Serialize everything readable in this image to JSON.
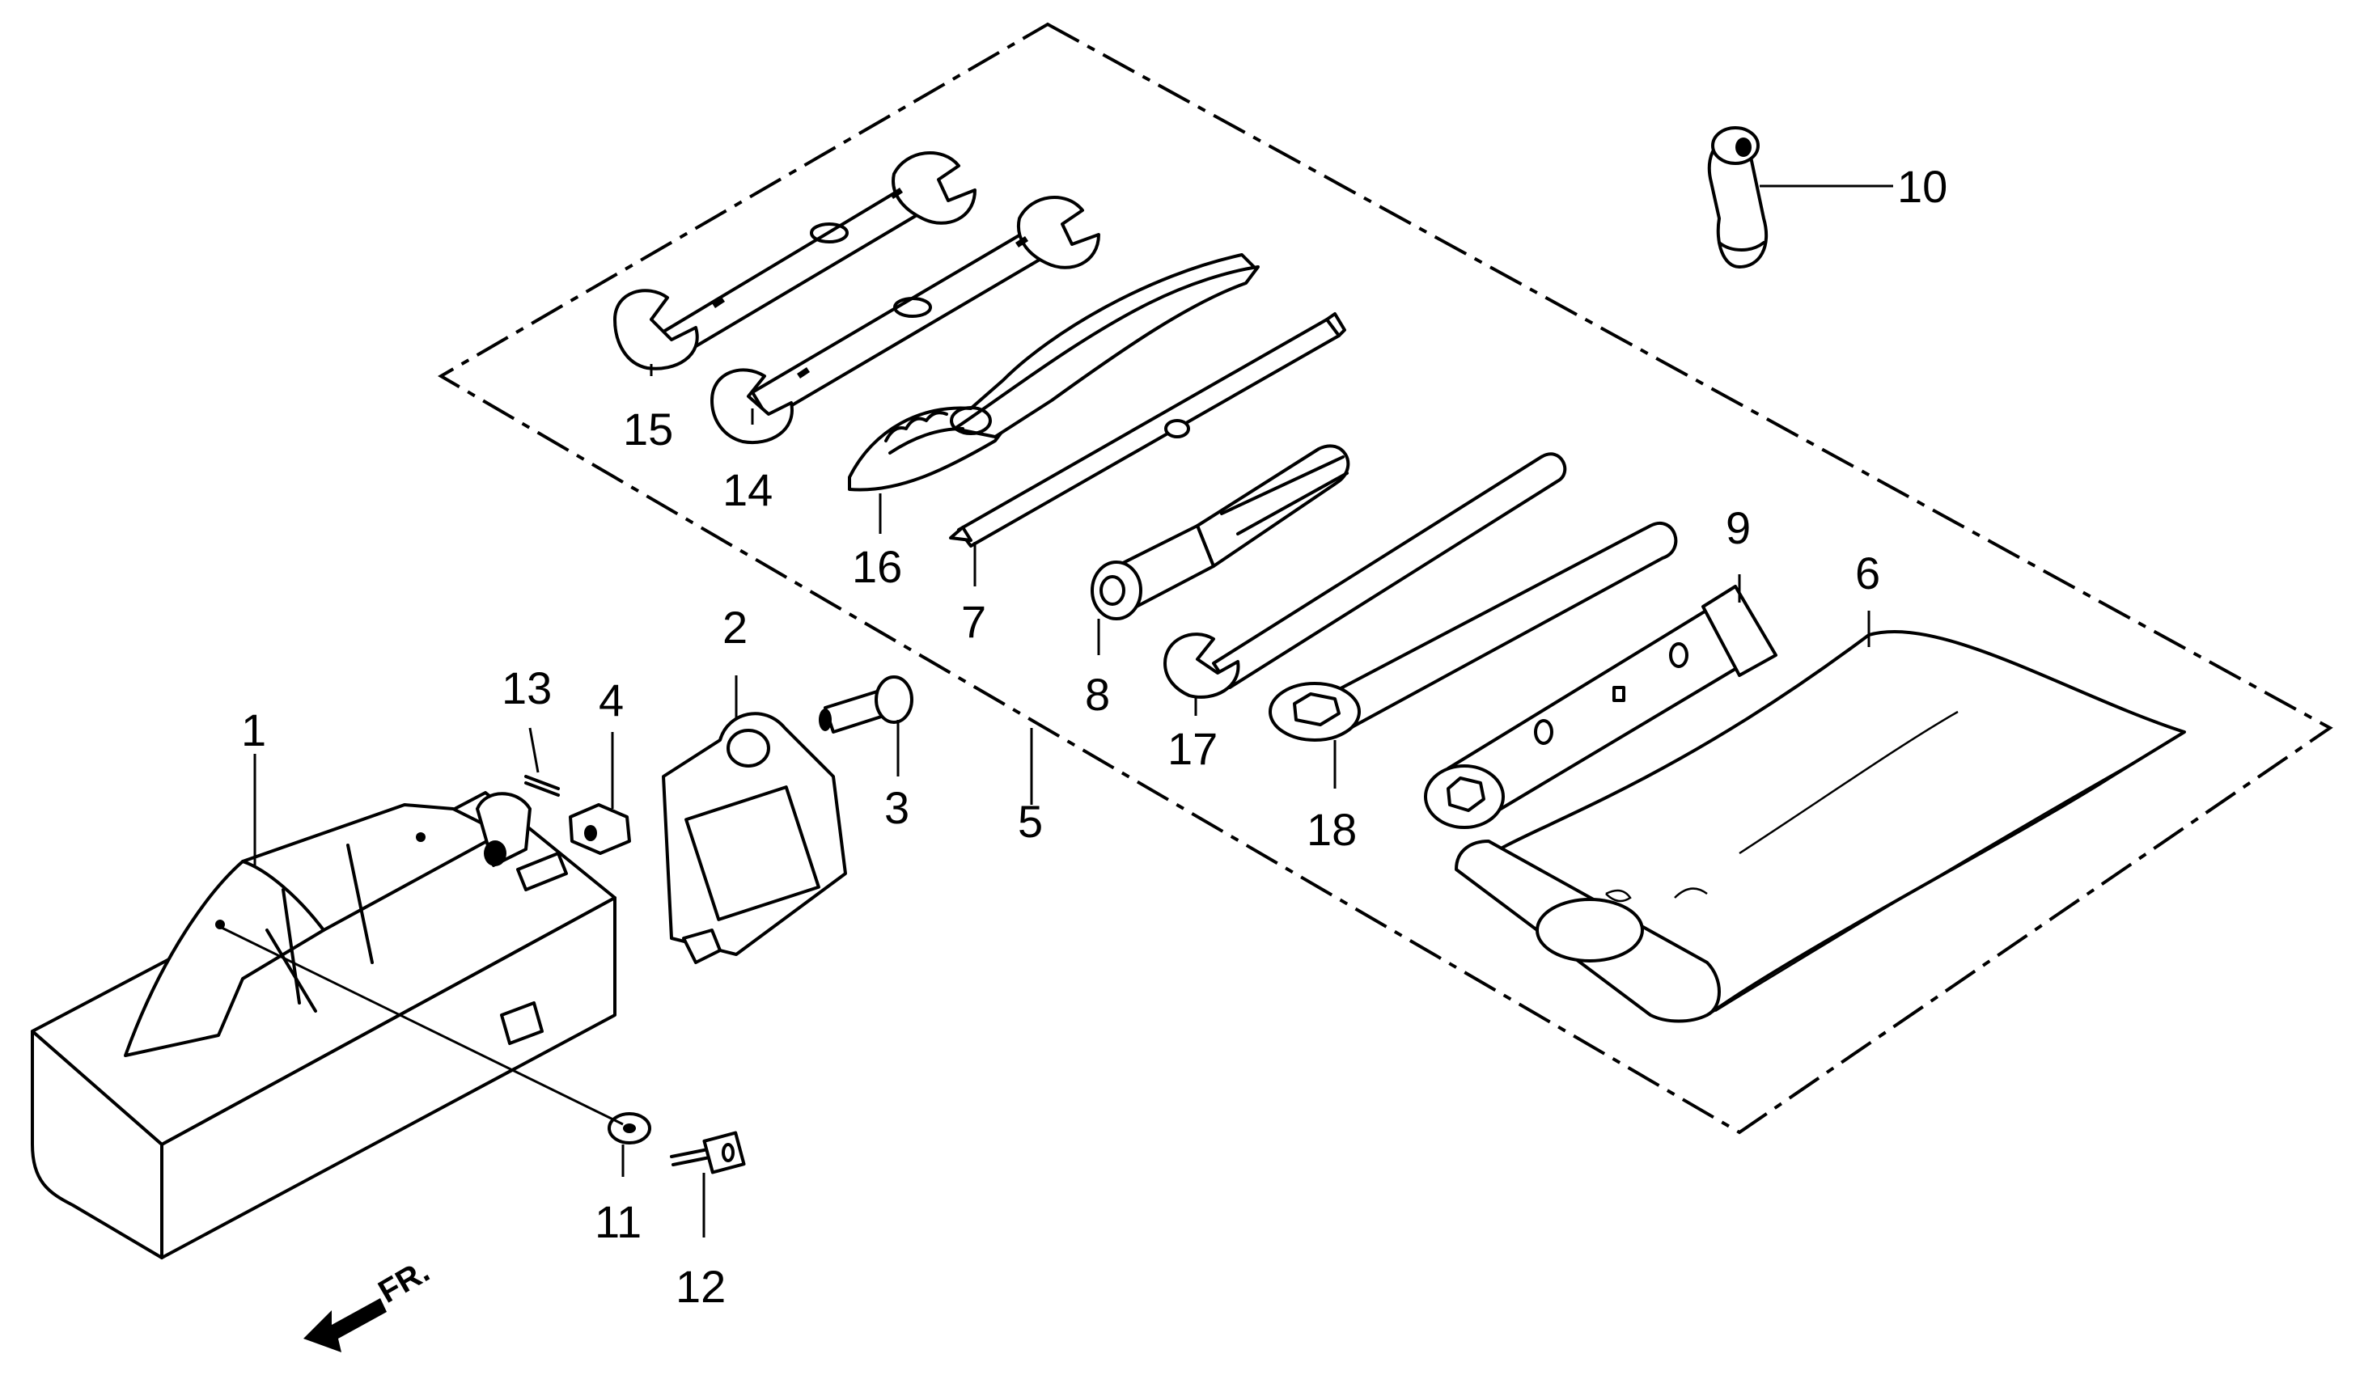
{
  "callouts": {
    "c1": "1",
    "c2": "2",
    "c3": "3",
    "c4": "4",
    "c5": "5",
    "c6": "6",
    "c7": "7",
    "c8": "8",
    "c9": "9",
    "c10": "10",
    "c11": "11",
    "c12": "12",
    "c13": "13",
    "c14": "14",
    "c15": "15",
    "c16": "16",
    "c17": "17",
    "c18": "18"
  },
  "front_arrow_label": "FR.",
  "line_color": "#000000",
  "background_color": "#ffffff"
}
